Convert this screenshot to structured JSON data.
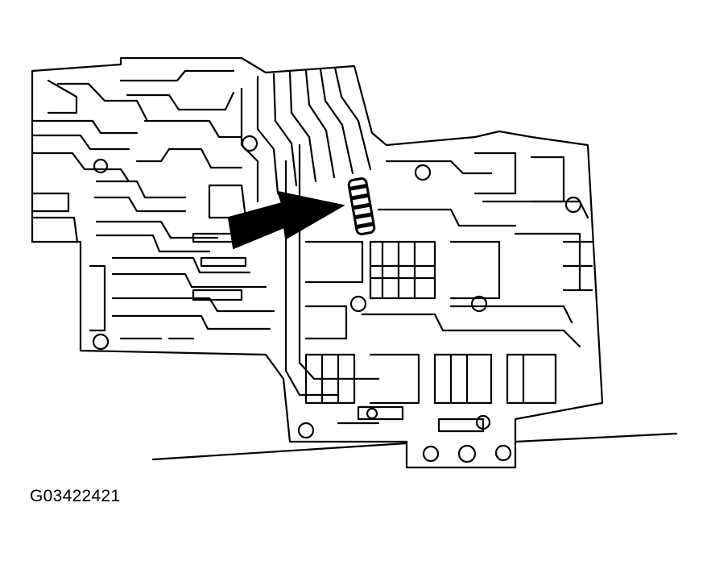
{
  "figure": {
    "id_label": "G03422421",
    "subject": "valve-body-plate",
    "callout": "arrow-pointing-to-spring"
  },
  "colors": {
    "ink": "#000000",
    "paper": "#ffffff"
  }
}
